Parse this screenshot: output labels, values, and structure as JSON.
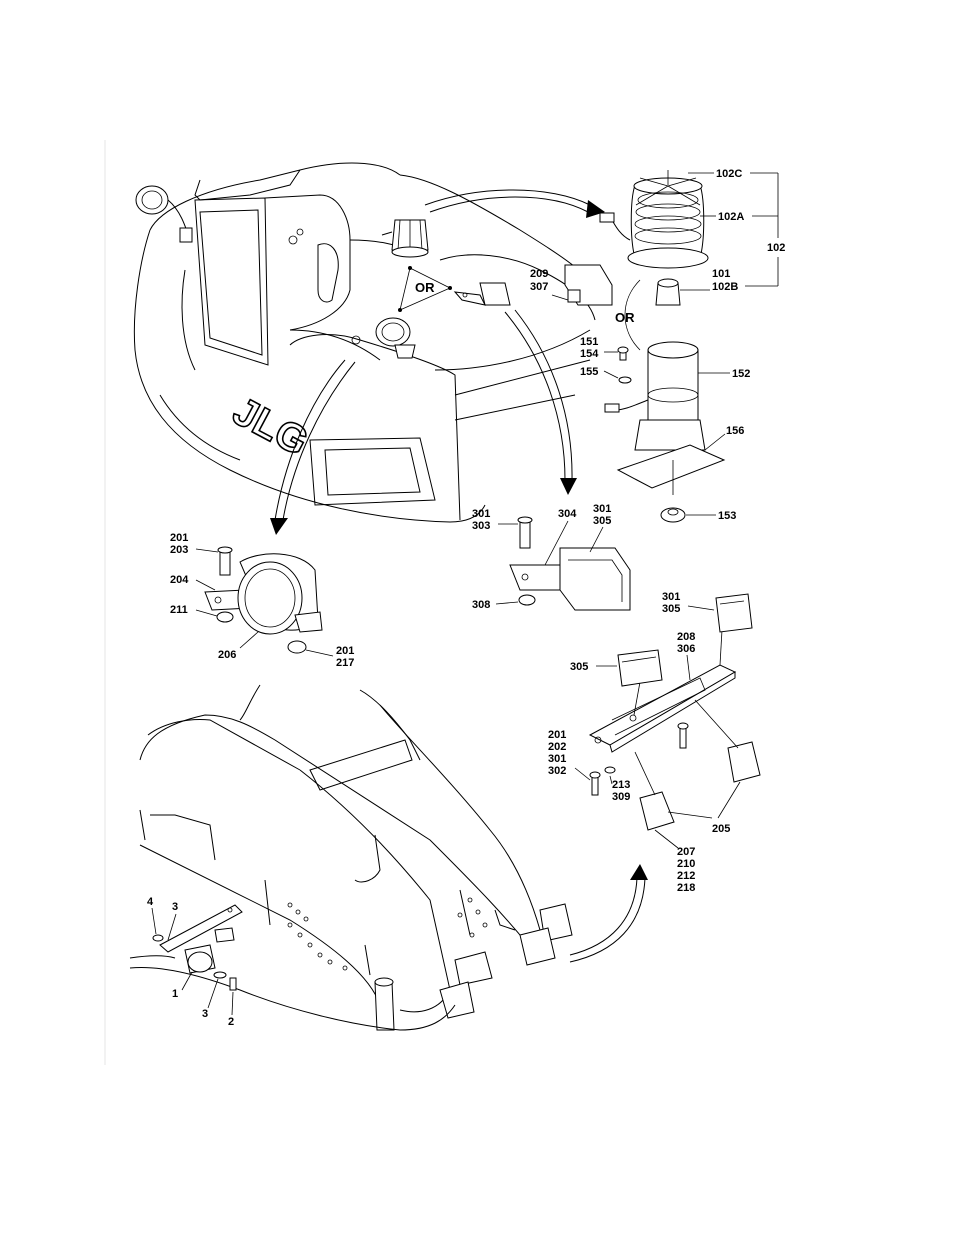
{
  "logo_text": "JLG",
  "callouts": {
    "c102C": "102C",
    "c102A": "102A",
    "c102": "102",
    "c101": "101",
    "c102B": "102B",
    "c209": "209",
    "c307": "307",
    "or_top": "OR",
    "or_right": "OR",
    "c151": "151",
    "c154": "154",
    "c155": "155",
    "c152": "152",
    "c156": "156",
    "c153": "153",
    "c301a": "301",
    "c303": "303",
    "c304": "304",
    "c301b": "301",
    "c305a": "305",
    "c308": "308",
    "c201a": "201",
    "c203": "203",
    "c204": "204",
    "c211": "211",
    "c206": "206",
    "c201b": "201",
    "c217": "217",
    "c301c": "301",
    "c305b": "305",
    "c208": "208",
    "c306": "306",
    "c305c": "305",
    "c201c": "201",
    "c202": "202",
    "c301d": "301",
    "c302": "302",
    "c213": "213",
    "c309": "309",
    "c205": "205",
    "c207": "207",
    "c210": "210",
    "c212": "212",
    "c218": "218",
    "c4": "4",
    "c3a": "3",
    "c1": "1",
    "c3b": "3",
    "c2": "2"
  }
}
